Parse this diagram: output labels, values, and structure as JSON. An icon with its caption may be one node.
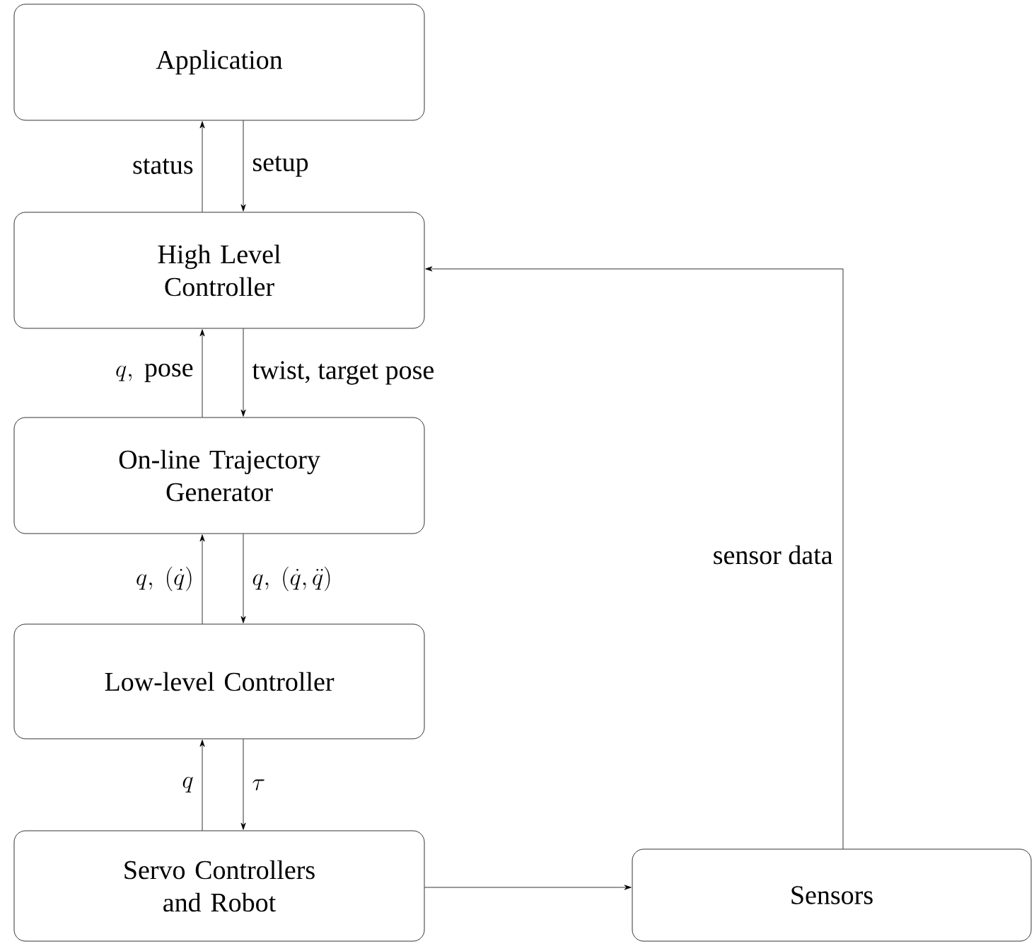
{
  "diagram": {
    "nodes": [
      {
        "text": [
          "Application"
        ]
      },
      {
        "text": [
          "High Level Controller"
        ]
      },
      {
        "text": [
          "On-line Trajectory Generator"
        ]
      },
      {
        "text": [
          "Low-level Controller"
        ]
      },
      {
        "text": [
          "Servo Controllers and Robot"
        ]
      },
      {
        "text": [
          "Sensors"
        ]
      }
    ],
    "edges": [
      {
        "from": 1,
        "to": 0,
        "arrow": "to",
        "label": "status"
      },
      {
        "from": 0,
        "to": 1,
        "arrow": "to",
        "label": "setup"
      },
      {
        "from": 2,
        "to": 1,
        "arrow": "to",
        "label": "q,\\ \\mathrm{pose}"
      },
      {
        "from": 1,
        "to": 2,
        "arrow": "to",
        "label": "twist, target pose"
      },
      {
        "from": 3,
        "to": 2,
        "arrow": "to",
        "label": "q,\\ (\\dot{q})"
      },
      {
        "from": 2,
        "to": 3,
        "arrow": "to",
        "label": "q,\\ (\\dot{q}, \\ddot{q})"
      },
      {
        "from": 4,
        "to": 3,
        "arrow": "to",
        "label": "q"
      },
      {
        "from": 3,
        "to": 4,
        "arrow": "to",
        "label": "\\tau"
      },
      {
        "from": 4,
        "to": 5,
        "arrow": "to"
      },
      {
        "from": 5,
        "to": 1,
        "arrow": "to",
        "label": "sensor data"
      }
    ]
  }
}
